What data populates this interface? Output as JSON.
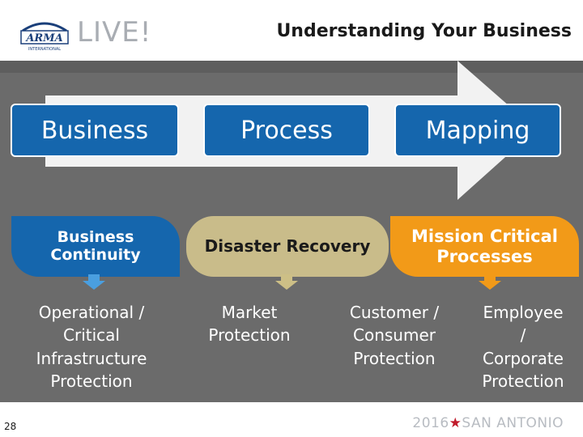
{
  "header": {
    "logo_text": "ARMA",
    "logo_subtext": "INTERNATIONAL",
    "logo_suffix": "LIVE!",
    "title": "Understanding Your Business"
  },
  "top_row": {
    "items": [
      {
        "label": "Business"
      },
      {
        "label": "Process"
      },
      {
        "label": "Mapping"
      }
    ]
  },
  "middle_row": {
    "items": [
      {
        "label_line1": "Business",
        "label_line2": "Continuity",
        "color": "#1566ad"
      },
      {
        "label_line1": "Disaster Recovery",
        "label_line2": "",
        "color": "#c9bc8a"
      },
      {
        "label_line1": "Mission Critical",
        "label_line2": "Processes",
        "color": "#f29a18"
      }
    ]
  },
  "bottom_row": {
    "items": [
      {
        "lines": [
          "Operational /",
          "Critical",
          "Infrastructure",
          "Protection"
        ]
      },
      {
        "lines": [
          "Market",
          "Protection"
        ]
      },
      {
        "lines": [
          "Customer /",
          "Consumer",
          "Protection"
        ]
      },
      {
        "lines": [
          "Employee",
          "/",
          "Corporate",
          "Protection"
        ]
      }
    ]
  },
  "footer": {
    "page_number": "28",
    "event_year": "2016",
    "event_city": "SAN ANTONIO"
  }
}
